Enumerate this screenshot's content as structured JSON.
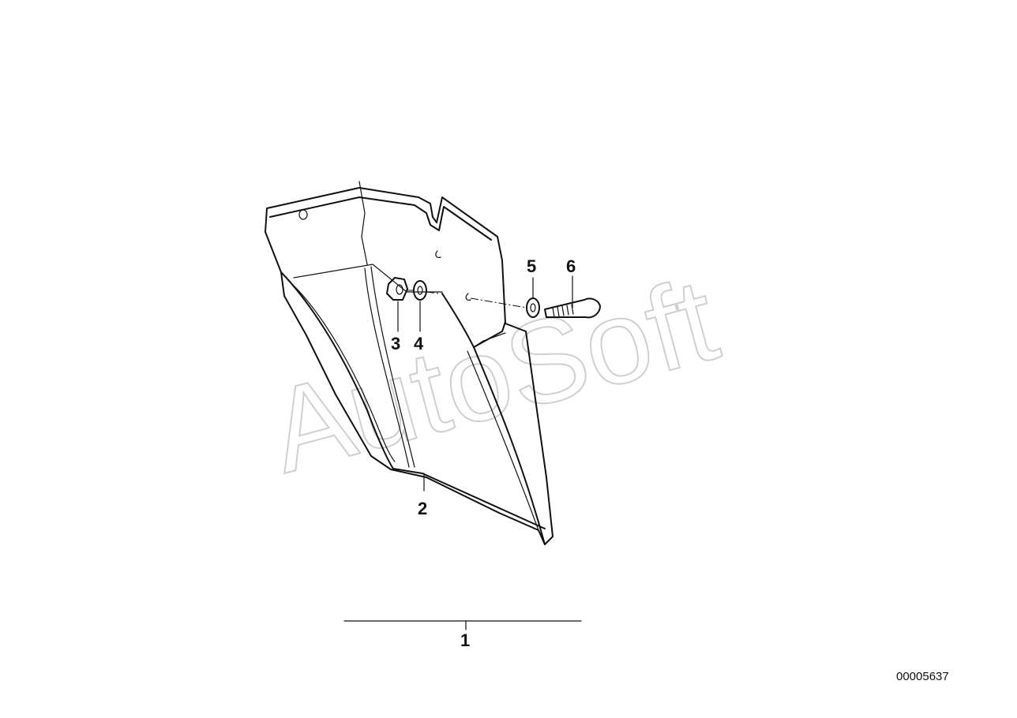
{
  "diagram": {
    "callouts": [
      "1",
      "2",
      "3",
      "4",
      "5",
      "6"
    ],
    "watermark": "AutoSoft",
    "document_id": "00005637",
    "colors": {
      "line": "#111111",
      "watermark": "#cfcfcf",
      "background": "#ffffff"
    }
  }
}
